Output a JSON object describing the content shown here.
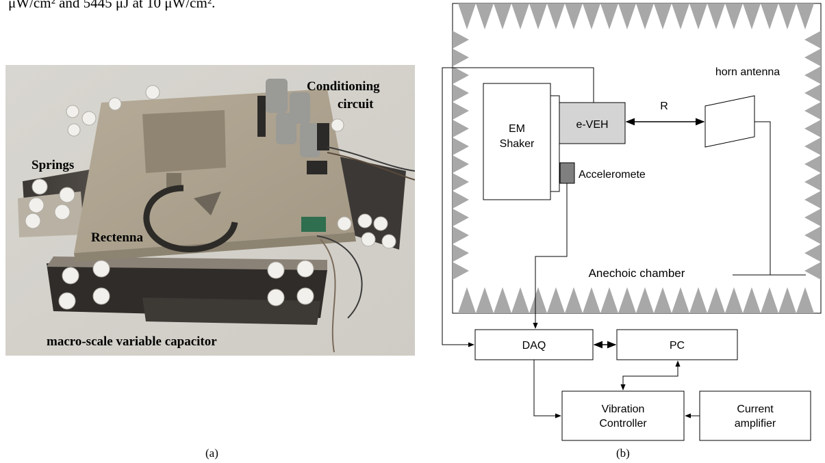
{
  "top_text": "μW/cm² and 5445 μJ at 10 μW/cm².",
  "photo": {
    "labels": {
      "conditioning_line1": "Conditioning",
      "conditioning_line2": "circuit",
      "springs": "Springs",
      "rectenna": "Rectenna",
      "capacitor": "macro-scale variable capacitor"
    }
  },
  "captions": {
    "a": "(a)",
    "b": "(b)"
  },
  "diagram": {
    "horn_antenna": "horn antenna",
    "range": "R",
    "eveh": "e-VEH",
    "shaker_line1": "EM",
    "shaker_line2": "Shaker",
    "accelerometer": "Acceleromete",
    "chamber": "Anechoic chamber",
    "daq": "DAQ",
    "pc": "PC",
    "vib_line1": "Vibration",
    "vib_line2": "Controller",
    "amp_line1": "Current",
    "amp_line2": "amplifier"
  },
  "colors": {
    "absorber": "#a8a8a8",
    "eveh_fill": "#d4d4d4",
    "accel_fill": "#7f7f7f"
  }
}
